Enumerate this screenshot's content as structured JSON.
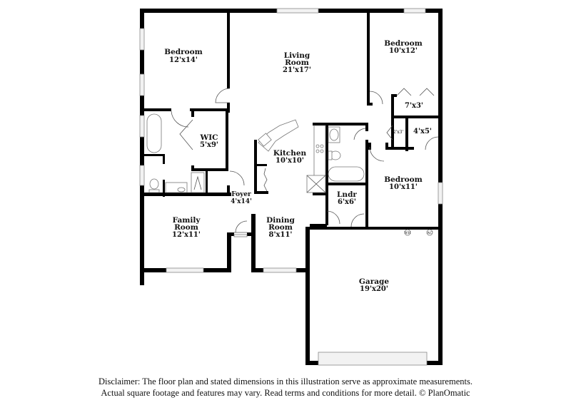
{
  "floor_plan": {
    "rooms": [
      {
        "id": "bedroom-1",
        "name": "Bedroom",
        "dims": "12'x14'"
      },
      {
        "id": "living-room",
        "name_line1": "Living",
        "name_line2": "Room",
        "dims": "21'x17'"
      },
      {
        "id": "bedroom-2",
        "name": "Bedroom",
        "dims": "10'x12'"
      },
      {
        "id": "closet-1",
        "dims": "7'x3'"
      },
      {
        "id": "closet-2",
        "dims": "2'x3'"
      },
      {
        "id": "closet-3",
        "dims": "4'x5'"
      },
      {
        "id": "wic",
        "name": "WIC",
        "dims": "5'x9'"
      },
      {
        "id": "kitchen",
        "name": "Kitchen",
        "dims": "10'x10'"
      },
      {
        "id": "bedroom-3",
        "name": "Bedroom",
        "dims": "10'x11'"
      },
      {
        "id": "foyer",
        "name": "Foyer",
        "dims": "4'x14'"
      },
      {
        "id": "laundry",
        "name": "Lndr",
        "dims": "6'x6'"
      },
      {
        "id": "family-room",
        "name_line1": "Family",
        "name_line2": "Room",
        "dims": "12'x11'"
      },
      {
        "id": "dining-room",
        "name_line1": "Dining",
        "name_line2": "Room",
        "dims": "8'x11'"
      },
      {
        "id": "garage",
        "name": "Garage",
        "dims": "19'x20'"
      }
    ],
    "appliances": {
      "water_heater": "WH",
      "hvac": "AC"
    }
  },
  "disclaimer": {
    "line1": "Disclaimer: The floor plan and stated dimensions in this illustration serve as approximate measurements.",
    "line2": "Actual square footage and features may vary. Read terms and conditions for more detail. © PlanOmatic"
  }
}
